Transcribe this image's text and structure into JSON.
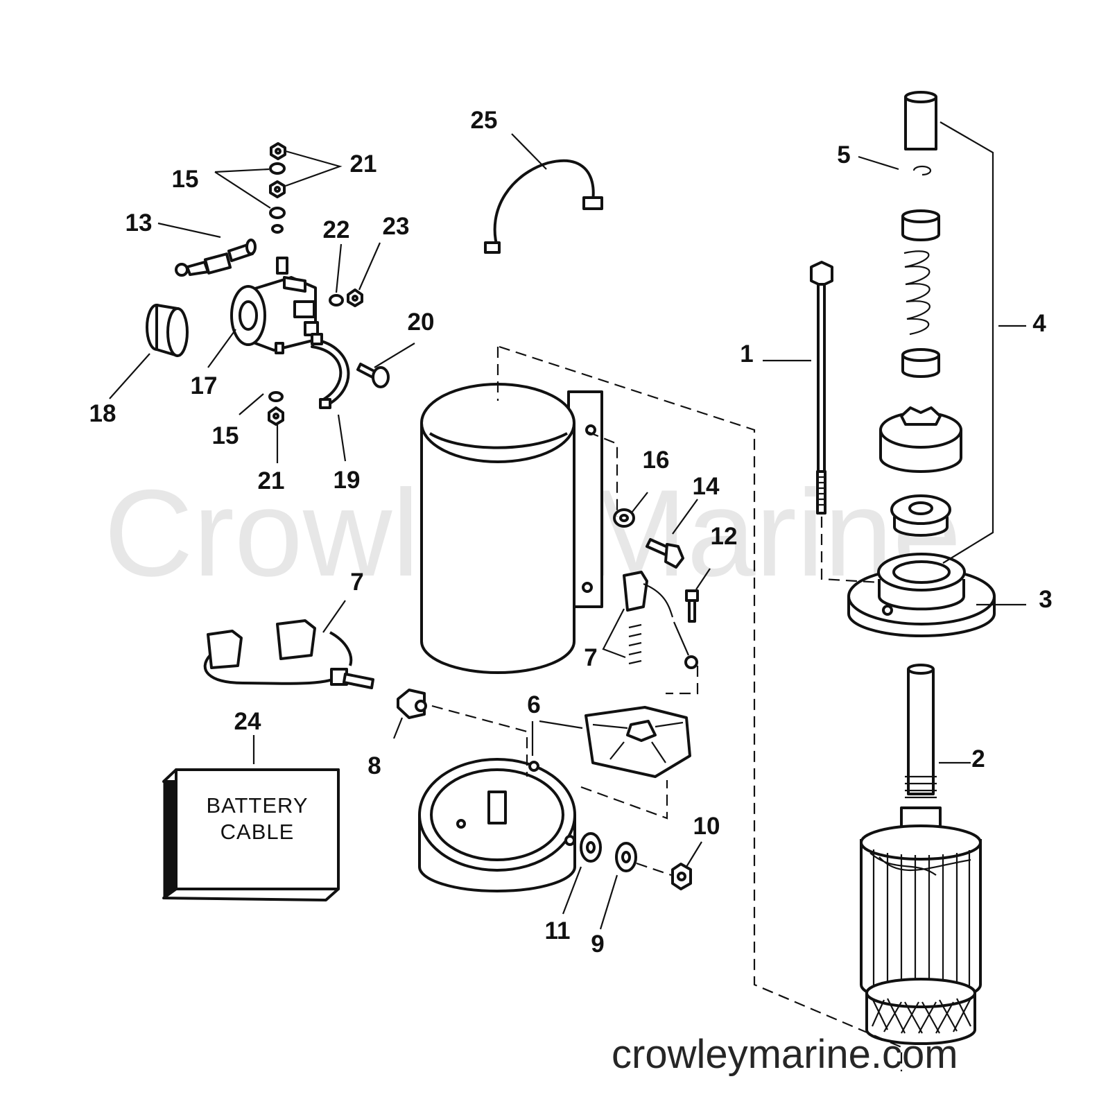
{
  "watermark": {
    "center_text": "Crowley Marine",
    "footer_url": "crowleymarine.com"
  },
  "callouts": {
    "p1": "1",
    "p2": "2",
    "p3": "3",
    "p4": "4",
    "p5": "5",
    "p6": "6",
    "p7a": "7",
    "p7b": "7",
    "p8": "8",
    "p9": "9",
    "p10": "10",
    "p11": "11",
    "p12": "12",
    "p13": "13",
    "p14": "14",
    "p15a": "15",
    "p15b": "15",
    "p16": "16",
    "p17": "17",
    "p18": "18",
    "p19": "19",
    "p20": "20",
    "p21a": "21",
    "p21b": "21",
    "p22": "22",
    "p23": "23",
    "p24": "24",
    "p25": "25"
  },
  "battery_box": {
    "line1": "BATTERY",
    "line2": "CABLE"
  }
}
